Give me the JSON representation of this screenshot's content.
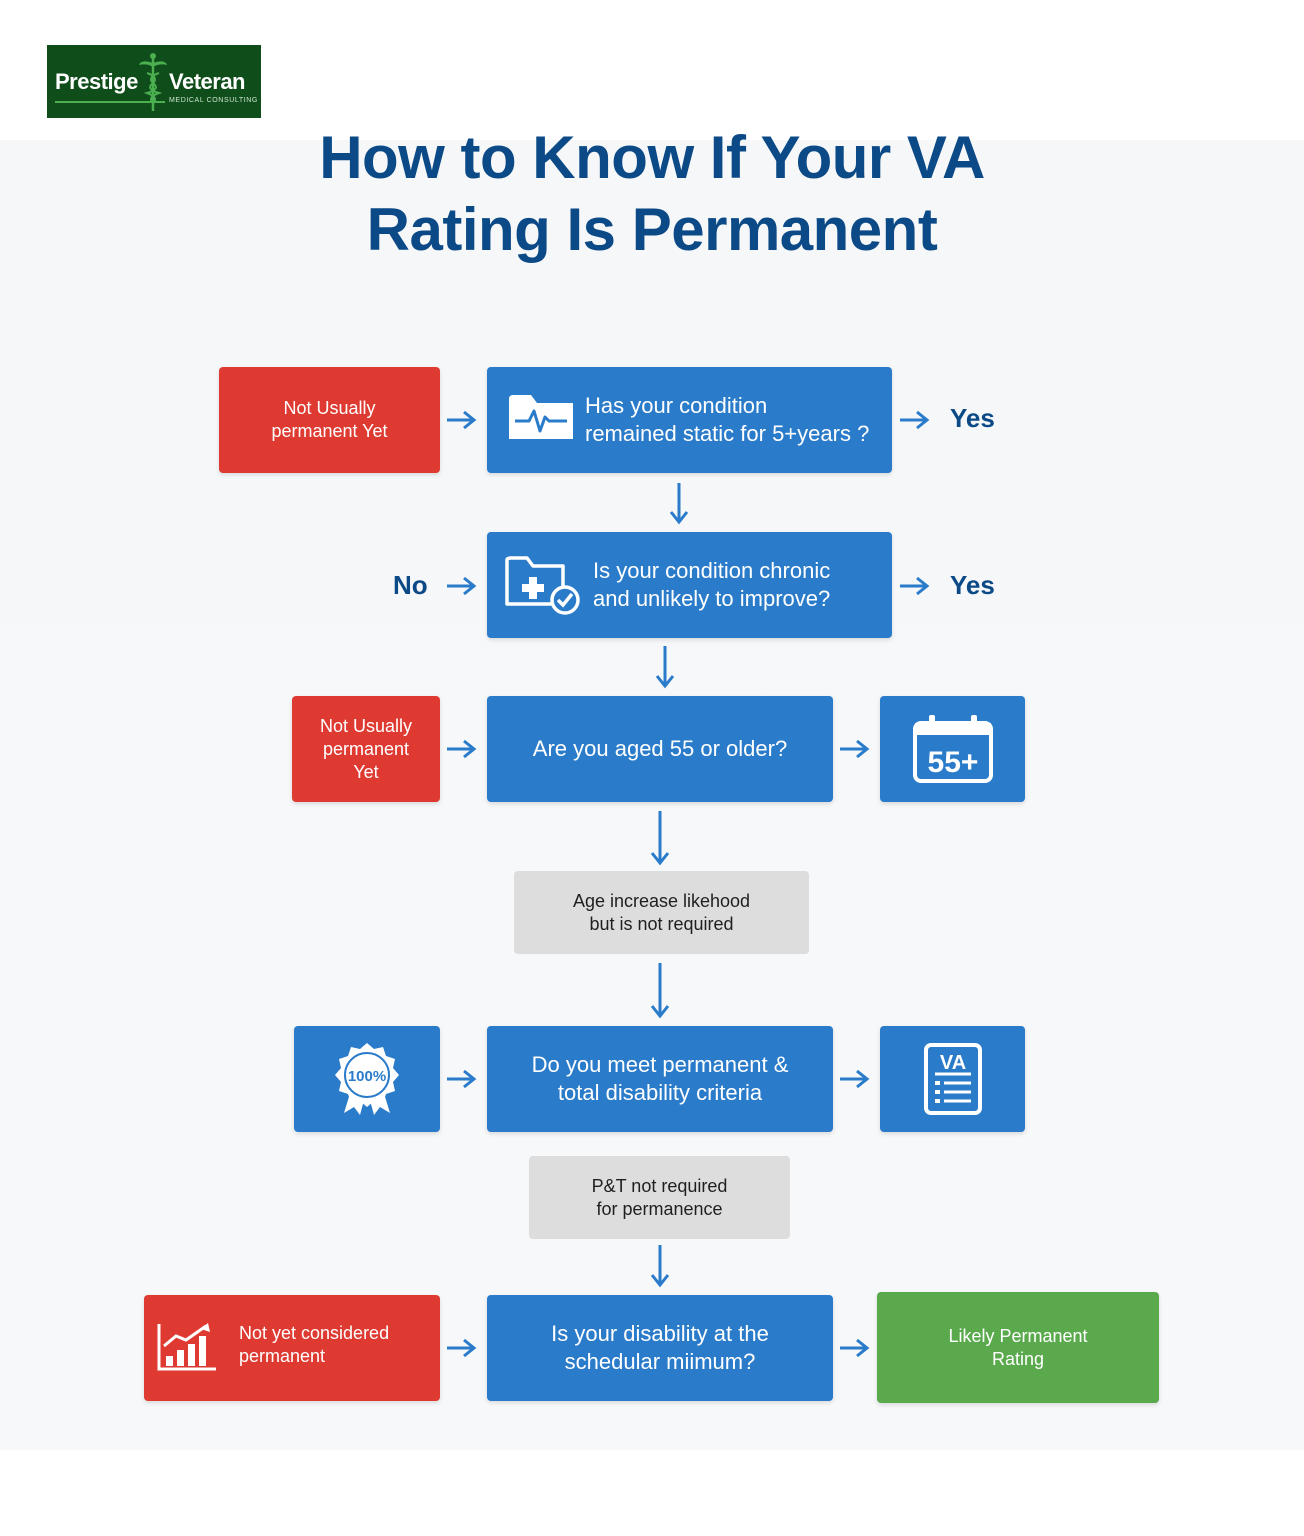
{
  "logo": {
    "word1": "Prestige",
    "word2": "Veteran",
    "sub": "MEDICAL CONSULTING"
  },
  "title": {
    "line1": "How to Know If Your VA",
    "line2": "Rating Is Permanent"
  },
  "row1": {
    "left": "Not Usually\npermanent Yet",
    "question": "Has your condition\nremained static for 5+years ?",
    "right": "Yes",
    "icon": "heartbeat-folder-icon"
  },
  "row2": {
    "left": "No",
    "question": "Is your condition chronic\nand unlikely to improve?",
    "right": "Yes",
    "icon": "medical-folder-check-icon"
  },
  "row3": {
    "left": "Not Usually\npermanent\nYet",
    "question": "Are you aged 55 or older?",
    "icon_text": "55+",
    "icon": "calendar-icon"
  },
  "note1": "Age increase likehood\nbut is not required",
  "row4": {
    "badge_text": "100%",
    "question": "Do you meet permanent &\ntotal disability criteria",
    "doc_text": "VA",
    "icons": [
      "award-ribbon-icon",
      "va-document-icon"
    ]
  },
  "note2": "P&T not required\nfor permanence",
  "row5": {
    "left": "Not yet considered\npermanent",
    "question": "Is your disability at the\nschedular miimum?",
    "result": "Likely Permanent\nRating",
    "icon": "growth-chart-icon"
  },
  "colors": {
    "blue": "#2a7bc9",
    "red": "#de3a32",
    "green": "#5aaa4d",
    "gray": "#dddddd",
    "title": "#0b4a86",
    "arrow": "#2a7bc9"
  }
}
